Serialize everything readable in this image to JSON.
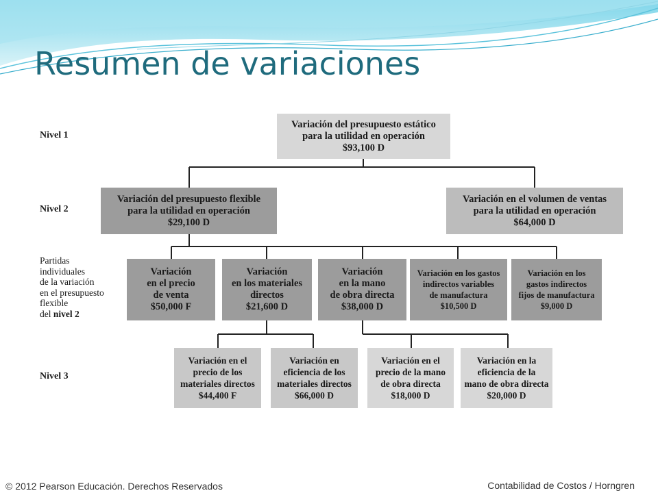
{
  "slide": {
    "title": "Resumen de variaciones",
    "footer_left": "© 2012 Pearson Educación. Derechos Reservados",
    "footer_right": "Contabilidad de Costos / Horngren"
  },
  "levels": {
    "level1": "Nivel 1",
    "level2": "Nivel 2",
    "partidas": [
      "Partidas",
      "individuales",
      "de la variación",
      "en el presupuesto",
      "flexible"
    ],
    "partidas_prefix": "del",
    "partidas_level": "nivel 2",
    "level3": "Nivel 3"
  },
  "nodes": {
    "static": [
      "Variación del presupuesto estático",
      "para la utilidad en operación",
      "$93,100 D"
    ],
    "flexible": [
      "Variación del presupuesto flexible",
      "para la utilidad en operación",
      "$29,100 D"
    ],
    "volume": [
      "Variación en el volumen de ventas",
      "para la utilidad en operación",
      "$64,000 D"
    ],
    "price": [
      "Variación",
      "en el precio",
      "de venta",
      "$50,000 F"
    ],
    "materials": [
      "Variación",
      "en los materiales",
      "directos",
      "$21,600 D"
    ],
    "labor": [
      "Variación",
      "en la mano",
      "de obra directa",
      "$38,000 D"
    ],
    "var_overhead": [
      "Variación en los gastos",
      "indirectos variables",
      "de manufactura",
      "$10,500 D"
    ],
    "fixed_overhead": [
      "Variación en los",
      "gastos indirectos",
      "fijos de manufactura",
      "$9,000 D"
    ],
    "mat_price": [
      "Variación en el",
      "precio de los",
      "materiales directos",
      "$44,400 F"
    ],
    "mat_eff": [
      "Variación en",
      "eficiencia de los",
      "materiales directos",
      "$66,000 D"
    ],
    "lab_price": [
      "Variación en el",
      "precio de la mano",
      "de obra directa",
      "$18,000 D"
    ],
    "lab_eff": [
      "Variación en la",
      "eficiencia de la",
      "mano de obra directa",
      "$20,000 D"
    ]
  }
}
